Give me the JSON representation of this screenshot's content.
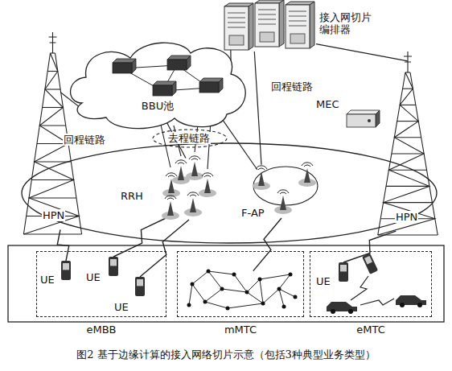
{
  "diagram": {
    "caption": "图2 基于边缘计算的接入网络切片示意（包括3种典型业务类型）",
    "nodes": [
      {
        "text": [
          "接入网切片编排器"
        ]
      },
      {
        "text": [
          "BBU池"
        ]
      },
      {
        "text": [
          "MEC"
        ]
      },
      {
        "text": [
          "HPN"
        ]
      },
      {
        "text": [
          "HPN"
        ]
      },
      {
        "text": [
          "RRH"
        ]
      },
      {
        "text": [
          "F-AP"
        ]
      },
      {
        "text": [
          "eMBB"
        ]
      },
      {
        "text": [
          "UE"
        ],
        "in": 7
      },
      {
        "text": [
          "UE"
        ],
        "in": 7
      },
      {
        "text": [
          "UE"
        ],
        "in": 7
      },
      {
        "text": [
          "mMTC"
        ]
      },
      {
        "text": [
          "eMTC"
        ]
      },
      {
        "text": [
          "UE"
        ],
        "in": 12
      }
    ],
    "edges": [
      {
        "from": 0,
        "to": 1,
        "arrow": "none"
      },
      {
        "from": 0,
        "to": 6,
        "label": "回程链路",
        "arrow": "none"
      },
      {
        "from": 0,
        "to": 4,
        "arrow": "none"
      },
      {
        "from": 1,
        "to": 3,
        "label": "回程链路",
        "arrow": "none"
      },
      {
        "from": 1,
        "to": 5,
        "label": "去程链路",
        "arrow": "none"
      },
      {
        "from": 1,
        "to": 6,
        "arrow": "none"
      },
      {
        "from": 3,
        "to": 8,
        "arrow": "none"
      },
      {
        "from": 5,
        "to": 9,
        "arrow": "none"
      },
      {
        "from": 5,
        "to": 10,
        "arrow": "none"
      },
      {
        "from": 6,
        "to": 11,
        "arrow": "none"
      },
      {
        "from": 4,
        "to": 13,
        "arrow": "none"
      }
    ]
  }
}
